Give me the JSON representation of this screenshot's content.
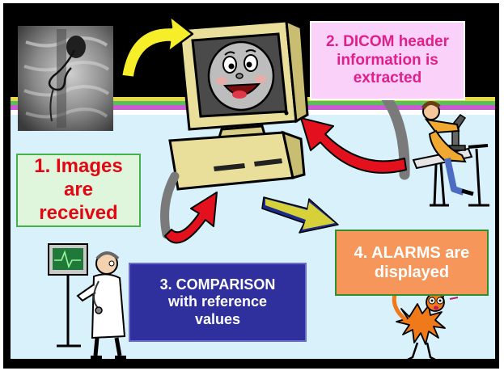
{
  "steps": [
    {
      "number": "1.",
      "text": "1. Images are received",
      "lines": [
        "1. Images",
        "are",
        "received"
      ]
    },
    {
      "number": "2.",
      "text": "2. DICOM header information is extracted",
      "lines": [
        "2. DICOM header",
        "information is",
        "extracted"
      ]
    },
    {
      "number": "3.",
      "text": "3. COMPARISON with reference values",
      "lines": [
        "3. COMPARISON",
        "with reference",
        "values"
      ]
    },
    {
      "number": "4.",
      "text": "4. ALARMS are displayed",
      "lines": [
        "4. ALARMS are",
        "displayed"
      ]
    }
  ],
  "colors": {
    "frame": "#000000",
    "background": "#d9f1fb",
    "stripes": [
      "#e8d84a",
      "#58c05a",
      "#c85bd0",
      "#ffffff"
    ],
    "arrow_yellow": "#f7ee2a",
    "arrow_red": "#e3101e",
    "arrow_gray": "#7a7a7a",
    "arrow_navy": "#1c2a8c"
  },
  "icons": [
    "xray-image-icon",
    "computer-mascot-icon",
    "scientist-microscope-icon",
    "doctor-monitor-icon",
    "alarmed-cat-icon"
  ]
}
